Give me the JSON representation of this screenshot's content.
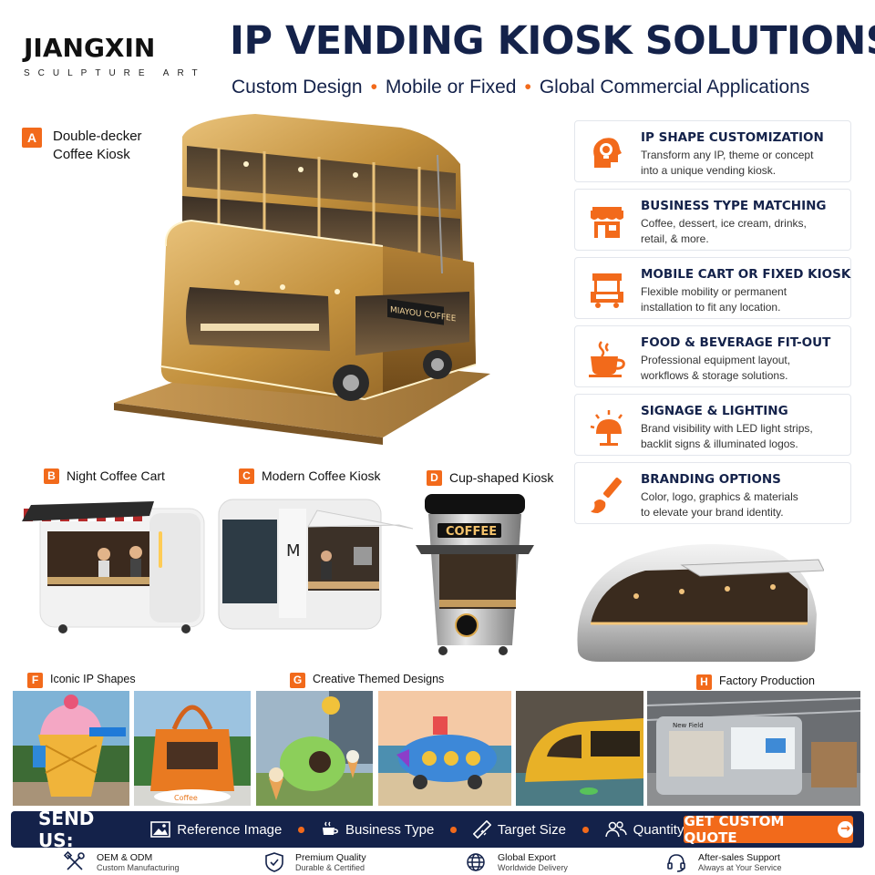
{
  "brand": {
    "name": "JIANGXIN",
    "sub": "SCULPTURE ART"
  },
  "title": "IP VENDING KIOSK SOLUTIONS",
  "subtitle": {
    "parts": [
      "Custom Design",
      "Mobile or Fixed",
      "Global Commercial Applications"
    ]
  },
  "hero": {
    "badge": "A",
    "label_line1": "Double-decker",
    "label_line2": "Coffee Kiosk",
    "sign": "MIAYOU COFFEE"
  },
  "features": [
    {
      "icon": "head-lightbulb-icon",
      "title": "IP SHAPE CUSTOMIZATION",
      "desc1": "Transform any IP, theme or concept",
      "desc2": "into a unique vending kiosk."
    },
    {
      "icon": "storefront-icon",
      "title": "BUSINESS TYPE MATCHING",
      "desc1": "Coffee, dessert, ice cream, drinks,",
      "desc2": "retail, & more."
    },
    {
      "icon": "cart-icon",
      "title": "MOBILE CART OR FIXED KIOSK",
      "desc1": "Flexible mobility or permanent",
      "desc2": "installation to fit any location."
    },
    {
      "icon": "coffee-cup-icon",
      "title": "FOOD & BEVERAGE FIT-OUT",
      "desc1": "Professional equipment layout,",
      "desc2": "workflows & storage solutions."
    },
    {
      "icon": "lamp-icon",
      "title": "SIGNAGE & LIGHTING",
      "desc1": "Brand visibility with LED light strips,",
      "desc2": "backlit signs & illuminated logos."
    },
    {
      "icon": "paintbrush-icon",
      "title": "BRANDING OPTIONS",
      "desc1": "Color, logo, graphics & materials",
      "desc2": "to elevate your brand identity."
    }
  ],
  "products": {
    "b": {
      "badge": "B",
      "label": "Night Coffee Cart"
    },
    "c": {
      "badge": "C",
      "label": "Modern Coffee Kiosk",
      "logo": "M"
    },
    "d": {
      "badge": "D",
      "label": "Cup-shaped Kiosk",
      "sign": "COFFEE"
    },
    "f": {
      "badge": "F",
      "label": "Iconic IP Shapes"
    },
    "g": {
      "badge": "G",
      "label": "Creative Themed Designs"
    },
    "h": {
      "badge": "H",
      "label": "Factory Production"
    }
  },
  "send": {
    "title": "SEND US:",
    "items": [
      {
        "icon": "image-icon",
        "label": "Reference Image"
      },
      {
        "icon": "coffee-icon",
        "label": "Business Type"
      },
      {
        "icon": "ruler-icon",
        "label": "Target Size"
      },
      {
        "icon": "people-icon",
        "label": "Quantity"
      }
    ],
    "cta": "GET CUSTOM QUOTE"
  },
  "footer": [
    {
      "icon": "tools-icon",
      "title": "OEM & ODM",
      "sub": "Custom Manufacturing"
    },
    {
      "icon": "shield-icon",
      "title": "Premium Quality",
      "sub": "Durable & Certified"
    },
    {
      "icon": "globe-icon",
      "title": "Global Export",
      "sub": "Worldwide Delivery"
    },
    {
      "icon": "headset-icon",
      "title": "After-sales Support",
      "sub": "Always at Your Service"
    }
  ],
  "colors": {
    "navy": "#14224a",
    "orange": "#f26a1b",
    "gold": "#c9973f"
  }
}
